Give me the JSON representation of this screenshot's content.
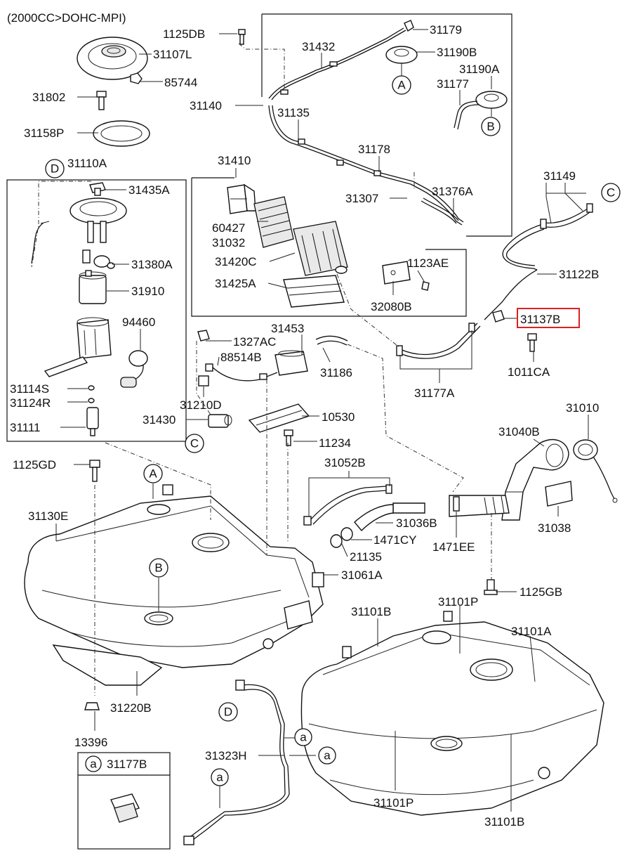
{
  "header": {
    "spec": "(2000CC>DOHC-MPI)"
  },
  "refs": {
    "A": "A",
    "B": "B",
    "C": "C",
    "D": "D",
    "a": "a"
  },
  "parts": {
    "p1125DB": "1125DB",
    "p31107L": "31107L",
    "p85744": "85744",
    "p31802": "31802",
    "p31158P": "31158P",
    "p31432": "31432",
    "p31179": "31179",
    "p31190B": "31190B",
    "p31190A": "31190A",
    "p31177": "31177",
    "p31140": "31140",
    "p31135": "31135",
    "p31178": "31178",
    "p31307": "31307",
    "p31376A": "31376A",
    "p31110A": "31110A",
    "p31435A": "31435A",
    "p31380A": "31380A",
    "p31910": "31910",
    "p94460": "94460",
    "p31114S": "31114S",
    "p31124R": "31124R",
    "p31111": "31111",
    "p31410": "31410",
    "p60427": "60427",
    "p31032": "31032",
    "p31420C": "31420C",
    "p31425A": "31425A",
    "p1123AE": "1123AE",
    "p32080B": "32080B",
    "p31149": "31149",
    "p31122B": "31122B",
    "p31137B": "31137B",
    "p1011CA": "1011CA",
    "p31177A": "31177A",
    "p31453": "31453",
    "p1327AC": "1327AC",
    "p88514B": "88514B",
    "p31186": "31186",
    "p31210D": "31210D",
    "p31430": "31430",
    "p10530": "10530",
    "p11234": "11234",
    "p31010": "31010",
    "p31040B": "31040B",
    "p1125GD": "1125GD",
    "p31052B": "31052B",
    "p31130E": "31130E",
    "p31036B": "31036B",
    "p1471CY": "1471CY",
    "p1471EE": "1471EE",
    "p31038": "31038",
    "p21135": "21135",
    "p31061A": "31061A",
    "p1125GB": "1125GB",
    "p31101B_top": "31101B",
    "p31101P_top": "31101P",
    "p31101A": "31101A",
    "p31220B": "31220B",
    "p13396": "13396",
    "p31323H": "31323H",
    "p31101P_bot": "31101P",
    "p31101B_bot": "31101B"
  },
  "inset": {
    "ref": "a",
    "part": "31177B"
  },
  "highlight": {
    "part": "31137B",
    "color": "#e02020"
  }
}
